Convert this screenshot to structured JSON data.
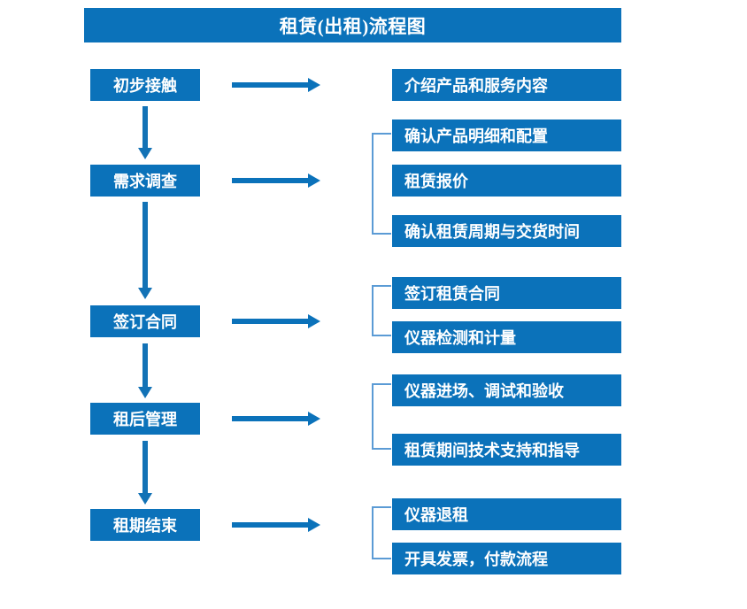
{
  "diagram": {
    "title": "租赁(出租)流程图",
    "accent_color": "#0b72ba",
    "bracket_color": "#5b9bd5",
    "text_color": "#ffffff",
    "background_color": "#ffffff"
  },
  "stages": [
    {
      "id": "stage-1",
      "label": "初步接触"
    },
    {
      "id": "stage-2",
      "label": "需求调查"
    },
    {
      "id": "stage-3",
      "label": "签订合同"
    },
    {
      "id": "stage-4",
      "label": "租后管理"
    },
    {
      "id": "stage-5",
      "label": "租期结束"
    }
  ],
  "details": [
    {
      "id": "detail-1-1",
      "stage": "初步接触",
      "label": "介绍产品和服务内容"
    },
    {
      "id": "detail-2-1",
      "stage": "需求调查",
      "label": "确认产品明细和配置"
    },
    {
      "id": "detail-2-2",
      "stage": "需求调查",
      "label": "租赁报价"
    },
    {
      "id": "detail-2-3",
      "stage": "需求调查",
      "label": "确认租赁周期与交货时间"
    },
    {
      "id": "detail-3-1",
      "stage": "签订合同",
      "label": "签订租赁合同"
    },
    {
      "id": "detail-3-2",
      "stage": "签订合同",
      "label": "仪器检测和计量"
    },
    {
      "id": "detail-4-1",
      "stage": "租后管理",
      "label": "仪器进场、调试和验收"
    },
    {
      "id": "detail-4-2",
      "stage": "租后管理",
      "label": "租赁期间技术支持和指导"
    },
    {
      "id": "detail-5-1",
      "stage": "租期结束",
      "label": "仪器退租"
    },
    {
      "id": "detail-5-2",
      "stage": "租期结束",
      "label": "开具发票，付款流程"
    }
  ],
  "connectors": {
    "horizontal_arrow_count": 5,
    "vertical_arrow_count": 4,
    "bracket_count": 4
  }
}
